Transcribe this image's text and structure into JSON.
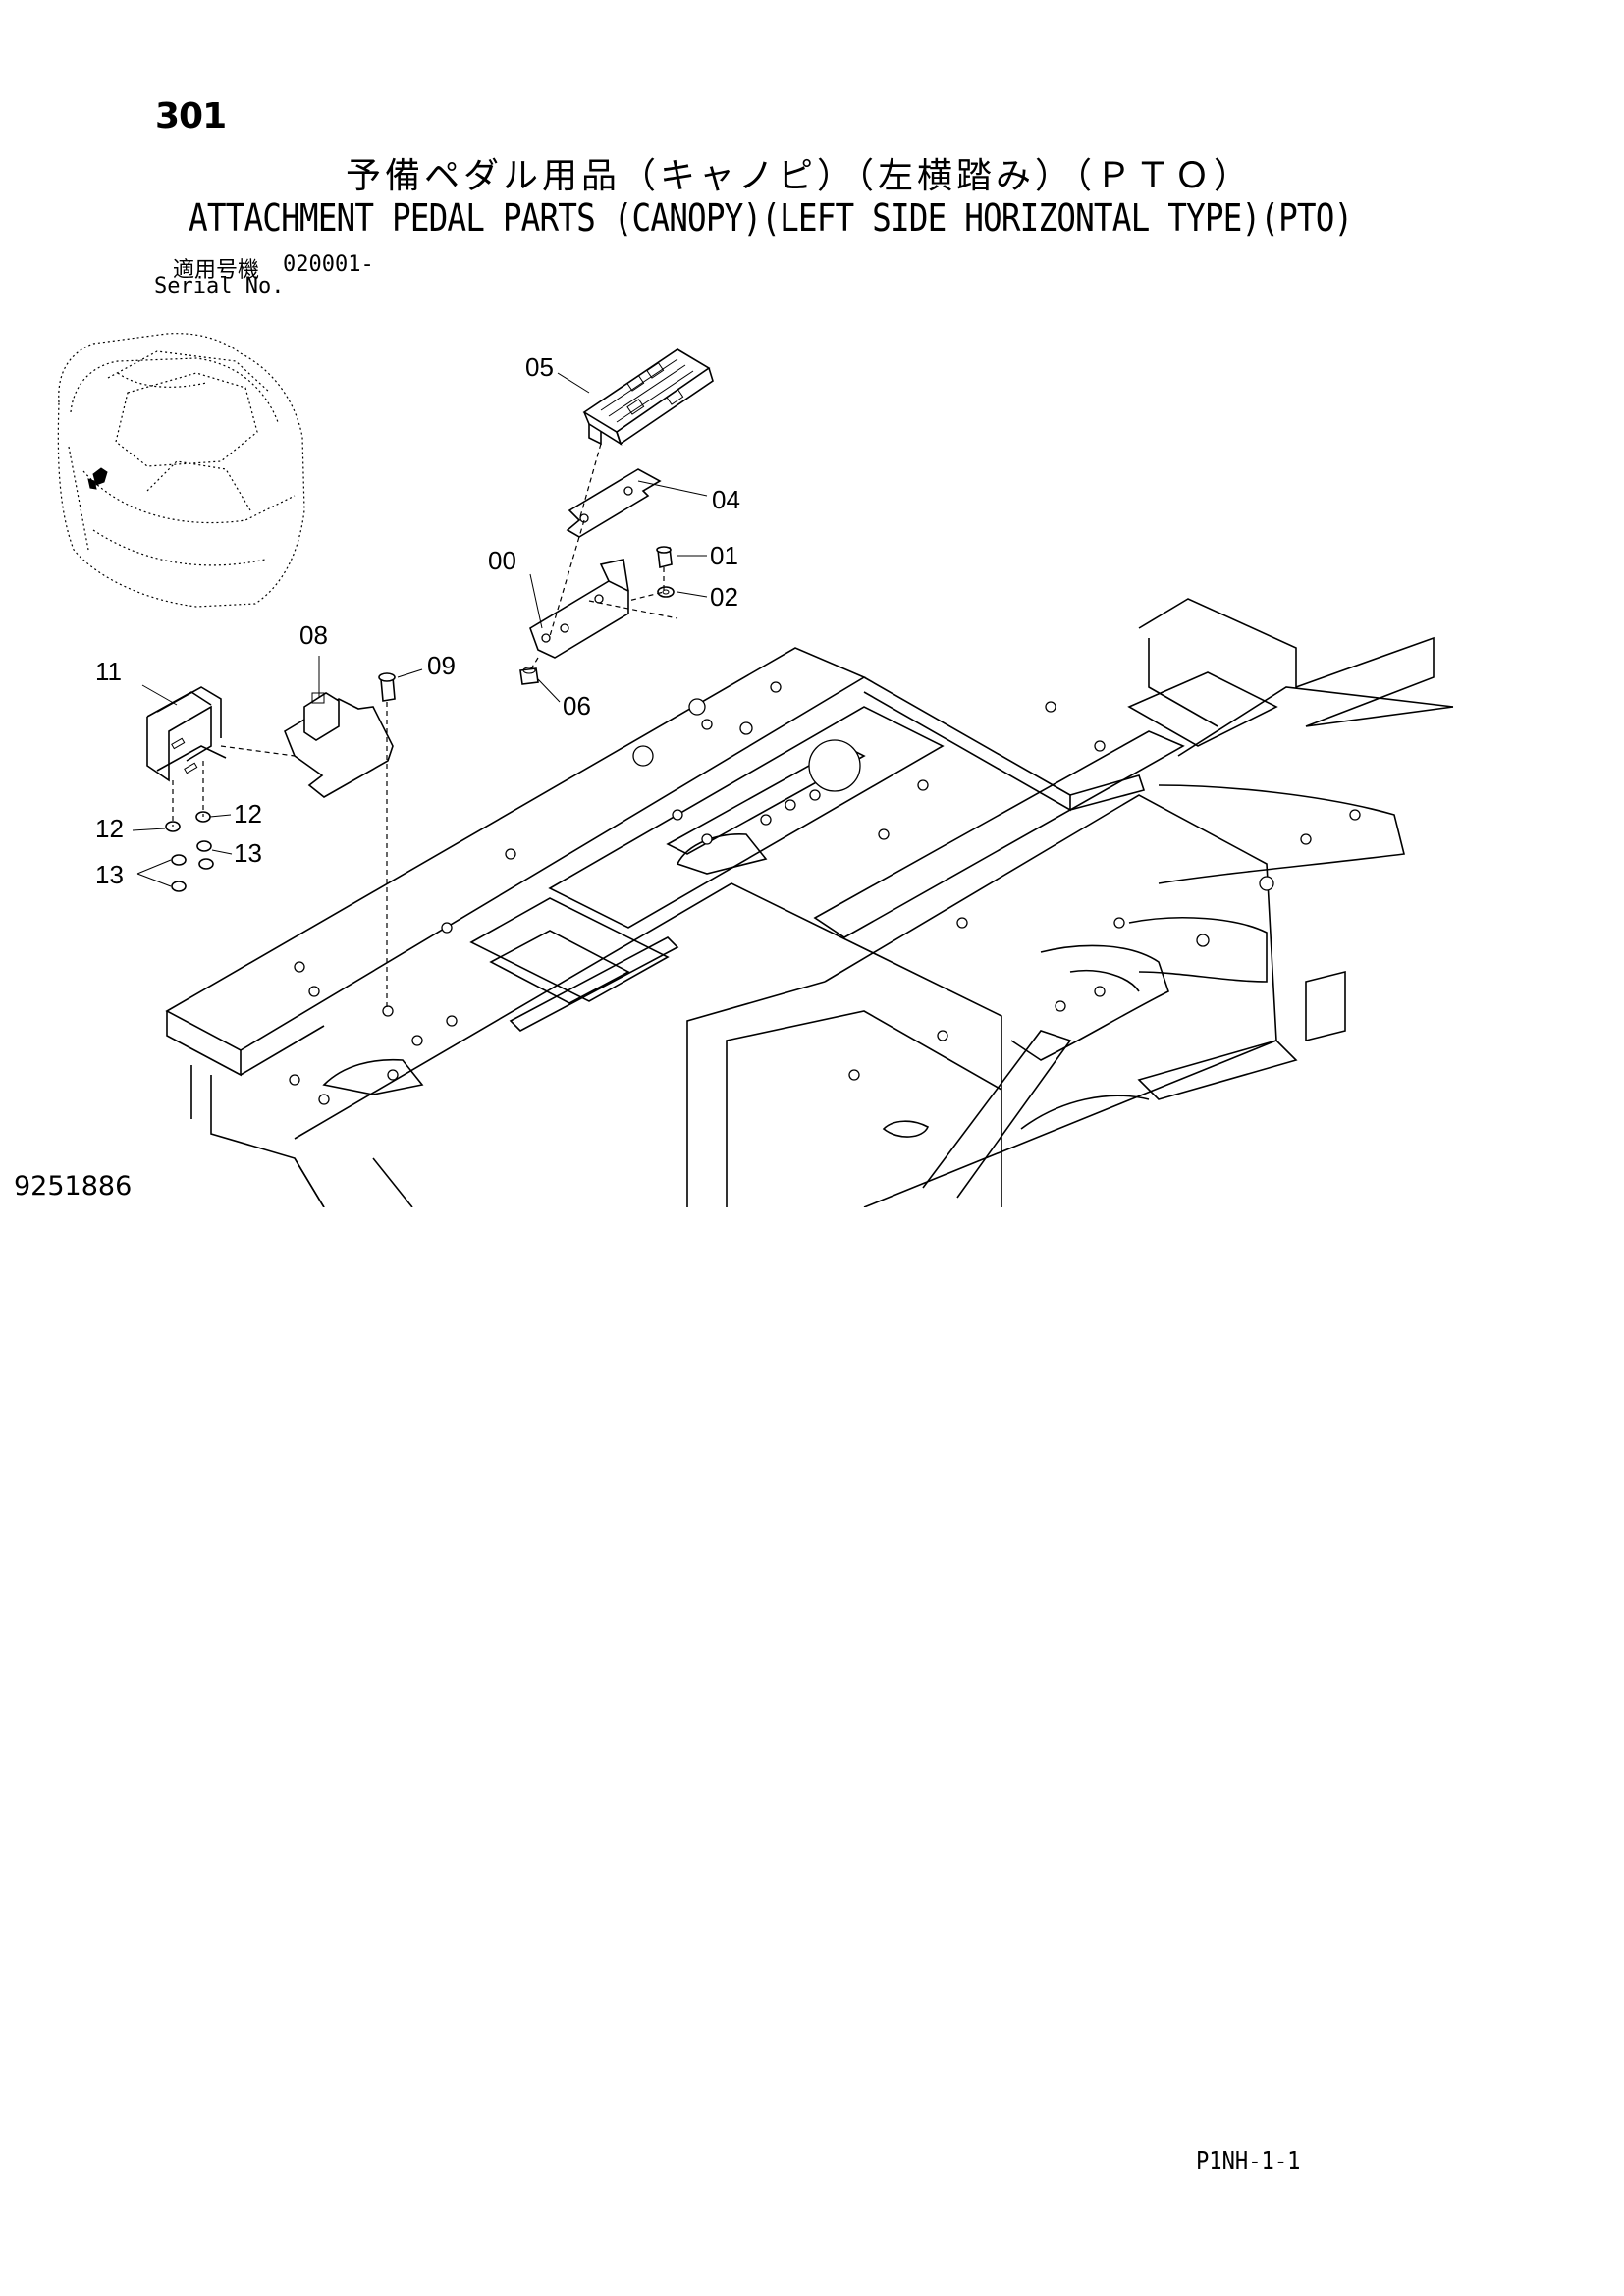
{
  "header": {
    "page_number": "301",
    "title_jp": "予備ペダル用品（キャノピ）（左横踏み）（ＰＴＯ）",
    "title_en": "ATTACHMENT PEDAL PARTS (CANOPY)(LEFT SIDE HORIZONTAL TYPE)(PTO)",
    "serial_label_jp": "適用号機",
    "serial_value": "020001-",
    "serial_label_en": "Serial No."
  },
  "diagram": {
    "callouts": {
      "c00": "00",
      "c01": "01",
      "c02": "02",
      "c04": "04",
      "c05": "05",
      "c06": "06",
      "c08": "08",
      "c09": "09",
      "c11": "11",
      "c12a": "12",
      "c12b": "12",
      "c13a": "13",
      "c13b": "13"
    },
    "drawing_number": "9251886"
  },
  "footer": {
    "page_code": "P1NH-1-1"
  }
}
